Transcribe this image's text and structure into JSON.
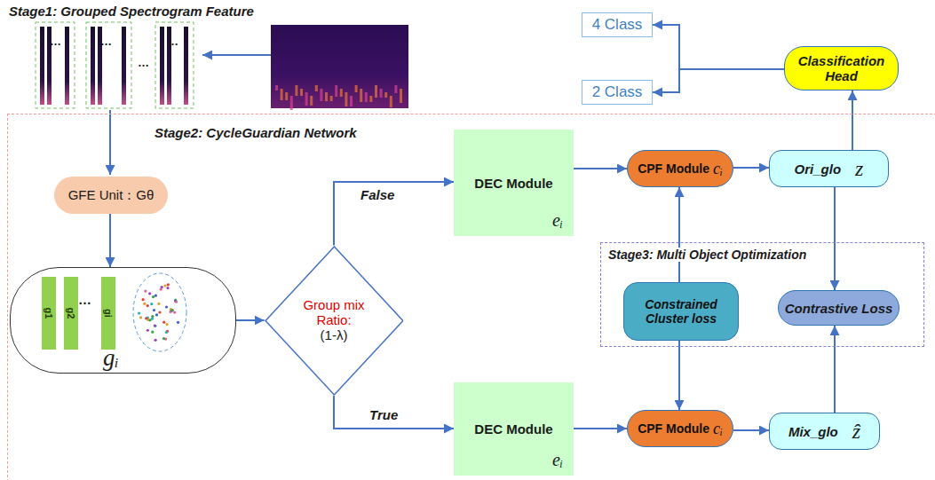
{
  "diagram": {
    "nodes": [
      {
        "text": [
          "4 Class"
        ]
      },
      {
        "text": [
          "Classification Head"
        ]
      },
      {
        "text": [
          "2 Class"
        ]
      },
      {
        "text": [
          "Stage2: CycleGuardian Network"
        ]
      },
      {
        "text": [
          "GFE Unit：Gθ"
        ],
        "in": 3
      },
      {
        "text": [
          "gᵢ"
        ],
        "in": 3
      },
      {
        "text": [
          "g1"
        ],
        "in": 5
      },
      {
        "text": [
          "g2"
        ],
        "in": 5
      },
      {
        "text": [
          "gi"
        ],
        "in": 5
      },
      {
        "text": [
          "Group mix Ratio:",
          "(1-λ)"
        ],
        "in": 3
      },
      {
        "text": [
          "DEC Module",
          "eᵢ"
        ],
        "in": 3
      },
      {
        "text": [
          "CPF Module",
          "cᵢ"
        ],
        "in": 3
      },
      {
        "text": [
          "Ori_glo",
          "z"
        ],
        "in": 3
      },
      {
        "text": [
          "Stage3: Multi Object Optimization"
        ],
        "in": 3
      },
      {
        "text": [
          "Constrained Cluster loss"
        ],
        "in": 13
      },
      {
        "text": [
          "Contrastive Loss"
        ],
        "in": 13
      },
      {
        "text": [
          "DEC Module",
          "eᵢ"
        ],
        "in": 3
      },
      {
        "text": [
          "CPF Module",
          "cᵢ"
        ],
        "in": 3
      },
      {
        "text": [
          "Mix_glo",
          "ẑ"
        ],
        "in": 3
      }
    ],
    "edges": [
      {
        "from": 4,
        "to": 5,
        "arrow": "to"
      },
      {
        "from": 5,
        "to": 9,
        "arrow": "to"
      },
      {
        "from": 9,
        "to": 10,
        "label": "False",
        "arrow": "to"
      },
      {
        "from": 9,
        "to": 16,
        "label": "True",
        "arrow": "to"
      },
      {
        "from": 10,
        "to": 11,
        "arrow": "to"
      },
      {
        "from": 16,
        "to": 17,
        "arrow": "to"
      },
      {
        "from": 11,
        "to": 12,
        "arrow": "to"
      },
      {
        "from": 17,
        "to": 18,
        "arrow": "to"
      },
      {
        "from": 14,
        "to": 11,
        "arrow": "to"
      },
      {
        "from": 14,
        "to": 17,
        "arrow": "to"
      },
      {
        "from": 12,
        "to": 15,
        "arrow": "to"
      },
      {
        "from": 18,
        "to": 15,
        "arrow": "to"
      },
      {
        "from": 12,
        "to": 1,
        "arrow": "to"
      },
      {
        "from": 1,
        "to": 0,
        "arrow": "to"
      },
      {
        "from": 1,
        "to": 2,
        "arrow": "to"
      }
    ],
    "labels": [
      "Stage1: Grouped Spectrogram Feature",
      "…",
      "…",
      "…",
      "…",
      "…"
    ]
  }
}
